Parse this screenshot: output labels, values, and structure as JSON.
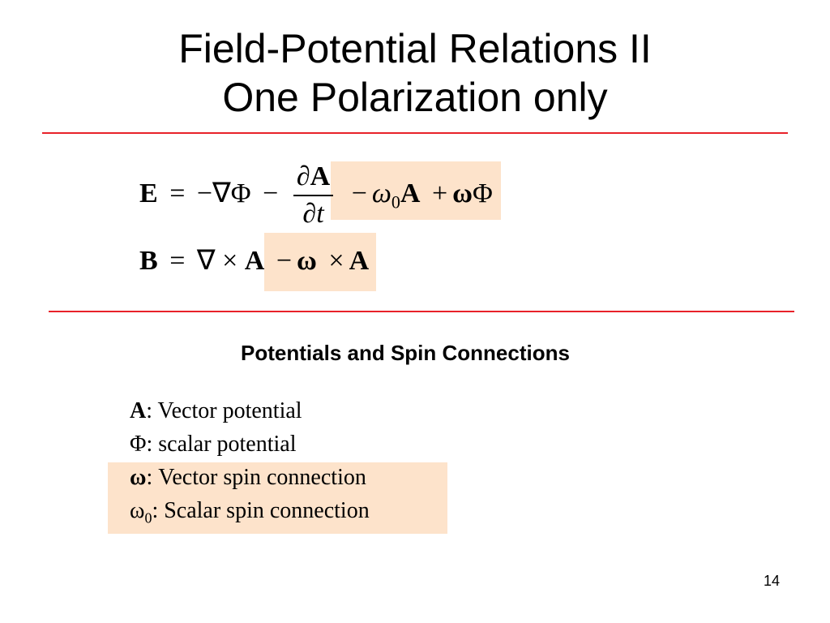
{
  "slide": {
    "title_line1": "Field-Potential Relations II",
    "title_line2": "One Polarization only",
    "equations": {
      "e_lhs": "E",
      "e_eq": "=",
      "e_minus_grad_phi": "−∇Φ",
      "e_minus": "−",
      "e_frac_num_partial": "∂",
      "e_frac_num_A": "A",
      "e_frac_den_partial": "∂",
      "e_frac_den_t": "t",
      "e_hl_minus": "−",
      "e_hl_omega": "ω",
      "e_hl_sub0": "0",
      "e_hl_A": "A",
      "e_hl_plus": "+",
      "e_hl_bold_omega": "ω",
      "e_hl_phi": "Φ",
      "b_lhs": "B",
      "b_eq": "=",
      "b_curl": "∇ ×",
      "b_A": "A",
      "b_hl_minus": "−",
      "b_hl_bold_omega": "ω",
      "b_hl_cross": "×",
      "b_hl_A": "A"
    },
    "subheading": "Potentials and Spin Connections",
    "definitions": [
      {
        "symbol": "A",
        "text": ": Vector potential"
      },
      {
        "symbol": "Φ",
        "text": ": scalar potential"
      },
      {
        "symbol": "ω",
        "text": ": Vector spin connection"
      },
      {
        "symbol": "ω",
        "subscript": "0",
        "text": ": Scalar spin connection"
      }
    ],
    "page_number": "14",
    "colors": {
      "rule": "#e8222a",
      "highlight": "#fde3cb"
    }
  }
}
